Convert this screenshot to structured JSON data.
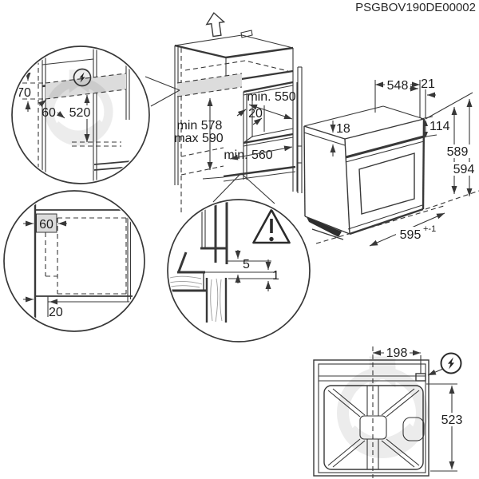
{
  "diagram": {
    "code": "PSGBOV190DE00002"
  },
  "colors": {
    "line": "#383838",
    "shade": "#dcdcdc",
    "watermark": "#d8d8d8"
  },
  "cabinet_figure": {
    "removal_direction_icon": "up-arrow",
    "dim_depth_top": "min. 550",
    "dim_rear_gap": "20",
    "dim_niche_height_min": "min 578",
    "dim_niche_height_max": "max 590",
    "dim_depth_bottom": "min. 560"
  },
  "electrical_detail": {
    "icon": "lightning-bolt",
    "dim_zone_height": "70",
    "dim_zone_offset": "60",
    "dim_zone_to_bottom": "520"
  },
  "front_clearance_detail": {
    "dim_side_clearance": "60",
    "dim_bottom_clearance": "20"
  },
  "door_gap_detail": {
    "icon": "warning-triangle",
    "dim_gap_top": "5",
    "dim_gap_bottom": "1"
  },
  "oven_figure": {
    "dim_depth": "548",
    "dim_rear_clearance": "21",
    "dim_top_recess": "18",
    "dim_control_panel_height": "114",
    "dim_height_rear": "589",
    "dim_height_front": "594",
    "dim_width": "595",
    "dim_width_tolerance": "+-1"
  },
  "rear_view": {
    "icon": "lightning-bolt",
    "dim_connection_offset": "198",
    "dim_connection_height": "523"
  }
}
